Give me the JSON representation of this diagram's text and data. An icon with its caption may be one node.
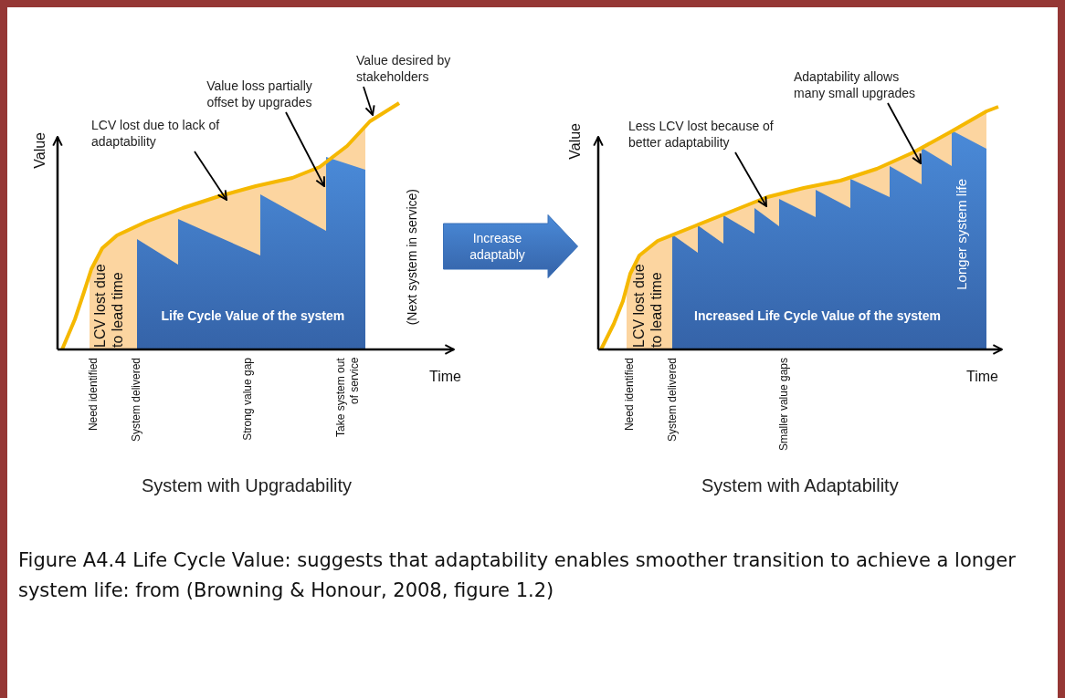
{
  "diagram": {
    "caption": "Figure A4.4 Life Cycle Value: suggests that adaptability enables smoother transition to achieve a longer system life: from (Browning & Honour, 2008, figure 1.2)",
    "nodes": [
      {
        "text": [],
        "shape": "picture"
      },
      {
        "text": [
          "Value desired by stakeholders"
        ]
      },
      {
        "text": [
          "Value loss partially offset by upgrades"
        ]
      },
      {
        "text": [
          "LCV lost due to lack of adaptability"
        ]
      },
      {
        "text": [
          "Increase adaptably"
        ]
      },
      {
        "text": [],
        "shape": "picture"
      },
      {
        "text": [
          "Less LCV lost because of better adaptability"
        ]
      },
      {
        "text": [
          "Adaptability allows many small upgrades"
        ]
      }
    ],
    "edges": [
      {
        "from": 1,
        "to": 0,
        "arrow": "to"
      },
      {
        "from": 2,
        "to": 0,
        "arrow": "to"
      },
      {
        "from": 3,
        "to": 0,
        "arrow": "to"
      },
      {
        "from": 6,
        "to": 5,
        "arrow": "to"
      },
      {
        "from": 7,
        "to": 5,
        "arrow": "to"
      }
    ],
    "labels": [
      "Value",
      "LCV lost due to lead time",
      "Life Cycle Value of the system",
      "(Next system in service)",
      "Time",
      "Need identified",
      "System delivered",
      "Strong value gap",
      "Take system out of service",
      "System with Upgradability",
      "Value",
      "LCV lost due to lead time",
      "Increased Life Cycle Value of the system",
      "Longer system life",
      "Time",
      "Need identified",
      "System delivered",
      "Smaller value gaps",
      "System with Adaptability"
    ]
  }
}
